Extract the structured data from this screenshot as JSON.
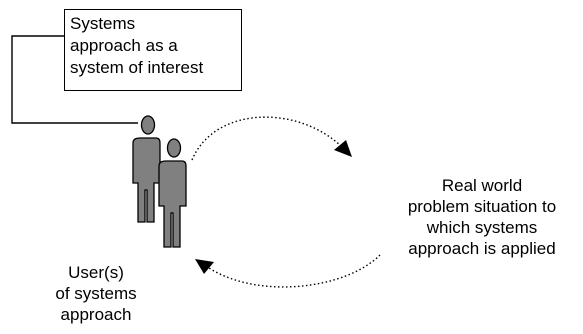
{
  "callout": {
    "text": "Systems\napproach as a\nsystem of interest"
  },
  "users_label": {
    "text": "User(s)\nof systems\napproach"
  },
  "problem_label": {
    "text": "Real world\nproblem situation  to\nwhich systems\napproach is applied"
  },
  "colors": {
    "figure_fill": "#808080",
    "line": "#000000"
  },
  "icons": [
    "person-icon",
    "person-icon",
    "arrowhead-icon",
    "arrowhead-icon"
  ]
}
